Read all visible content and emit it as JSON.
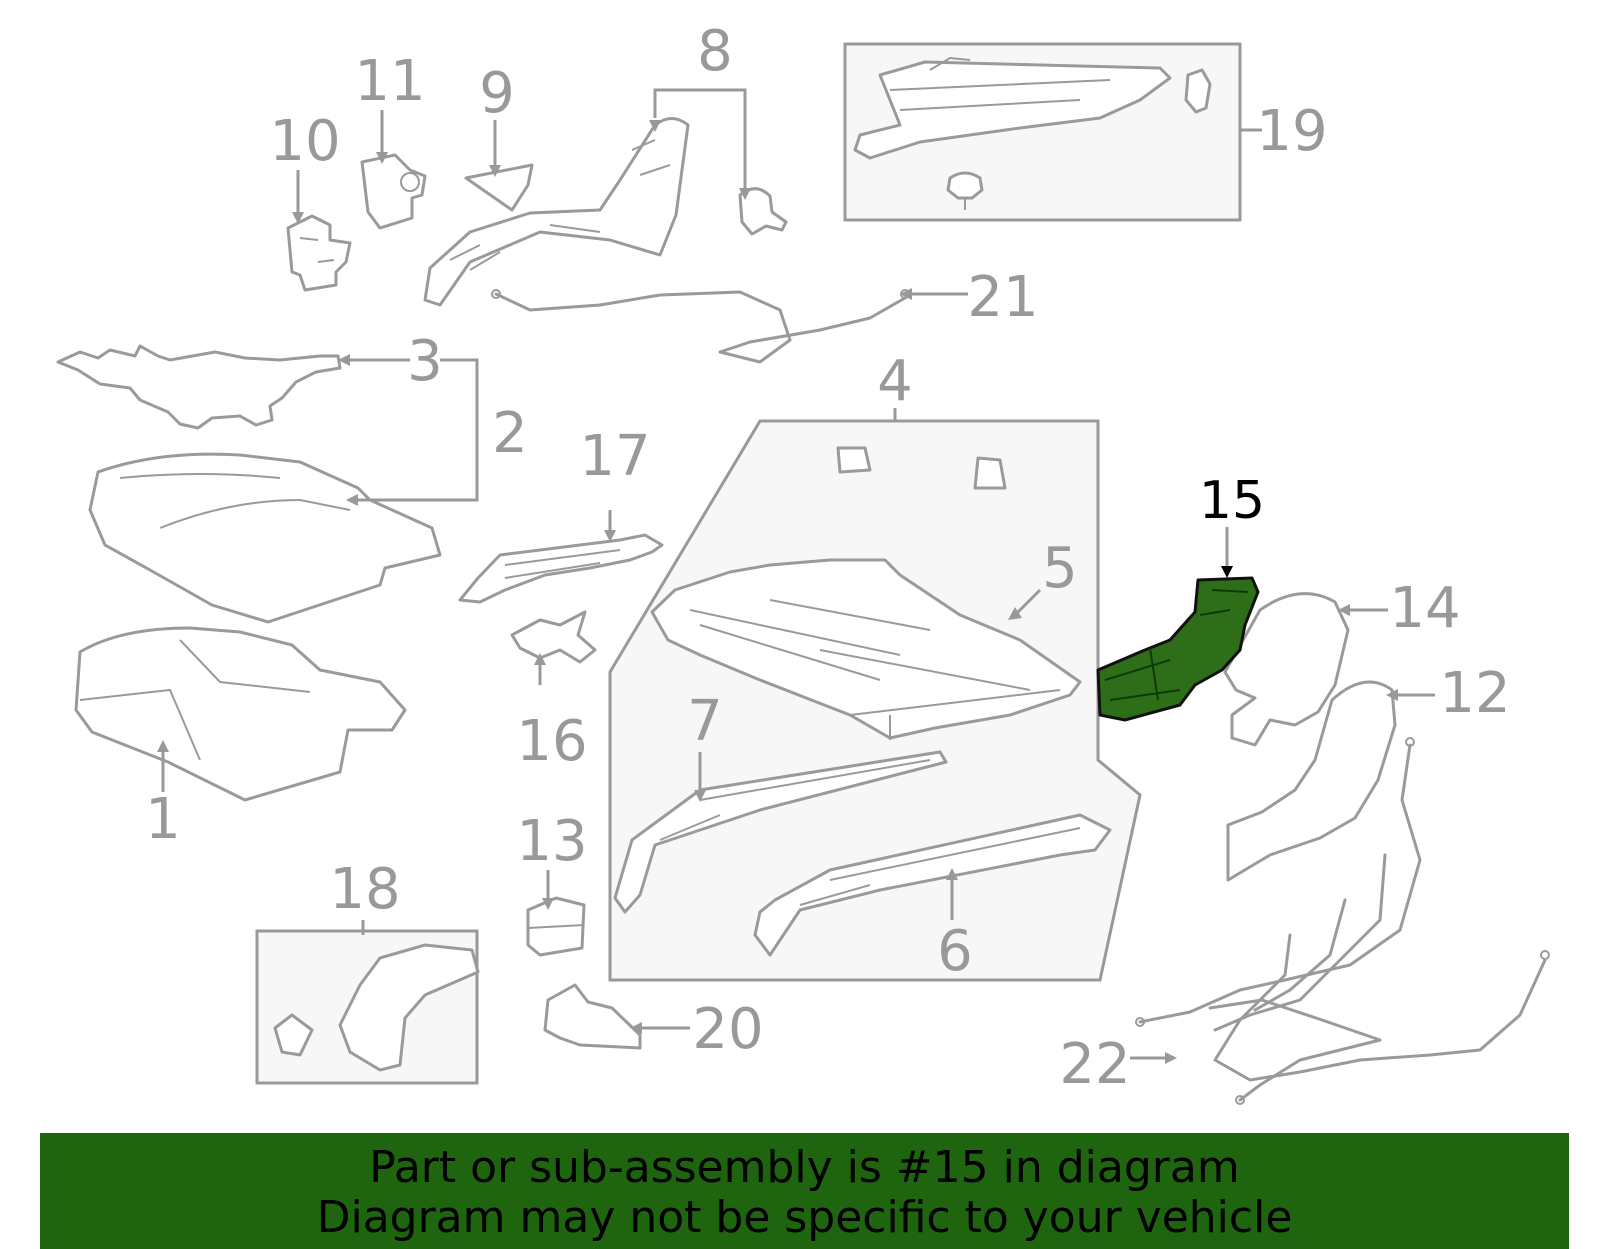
{
  "diagram": {
    "callouts": [
      "1",
      "2",
      "3",
      "4",
      "5",
      "6",
      "7",
      "8",
      "9",
      "10",
      "11",
      "12",
      "13",
      "14",
      "15",
      "16",
      "17",
      "18",
      "19",
      "20",
      "21",
      "22"
    ],
    "highlighted_part": "15",
    "highlight_color": "#2e6e18",
    "line_color": "#999999"
  },
  "banner": {
    "line1": "Part or sub-assembly is #15 in diagram",
    "line2": "Diagram may not be specific to your vehicle",
    "background": "#1f650f"
  }
}
